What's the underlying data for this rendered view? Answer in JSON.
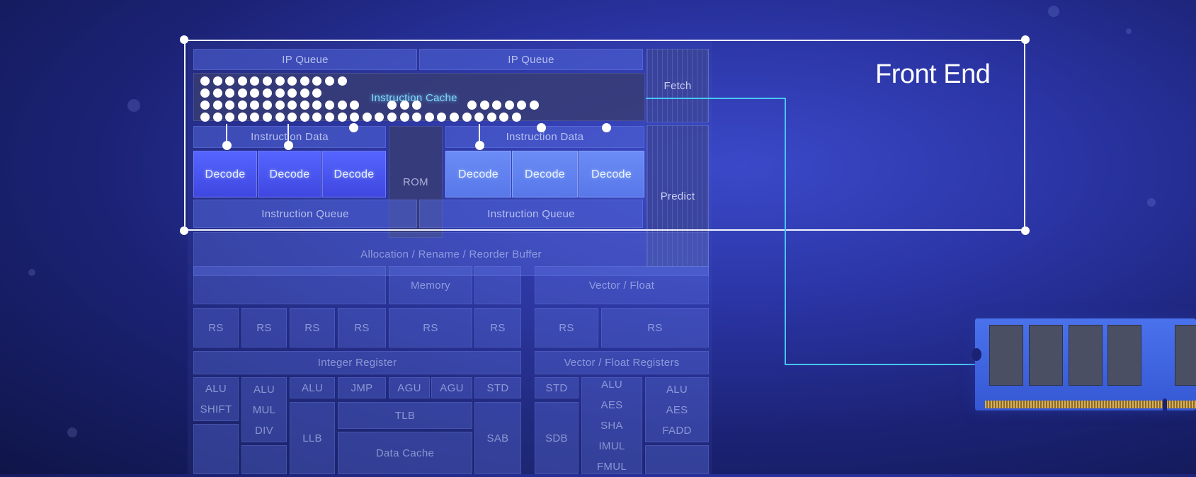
{
  "front_end_title": "Front End",
  "core": {
    "ip_queue_left": "IP Queue",
    "ip_queue_right": "IP Queue",
    "instruction_cache": "Instruction Cache",
    "fetch": "Fetch",
    "predict": "Predict",
    "instruction_data_left": "Instruction Data",
    "instruction_data_right": "Instruction Data",
    "rom": "ROM",
    "decode": "Decode",
    "instruction_queue_left": "Instruction Queue",
    "instruction_queue_right": "Instruction Queue",
    "allocation": "Allocation / Rename / Reorder Buffer",
    "memory": "Memory",
    "vector_float": "Vector / Float",
    "rs": "RS",
    "integer_register": "Integer Register",
    "vector_float_registers": "Vector / Float Registers",
    "alu": "ALU",
    "shift": "SHIFT",
    "mul": "MUL",
    "div": "DIV",
    "jmp": "JMP",
    "agu": "AGU",
    "std": "STD",
    "tlb": "TLB",
    "llb": "LLB",
    "data_cache": "Data Cache",
    "sab": "SAB",
    "sdb": "SDB",
    "aes": "AES",
    "sha": "SHA",
    "imul": "IMUL",
    "fmul": "FMUL",
    "fadd": "FADD"
  },
  "colors": {
    "frame": "#f2f4ff",
    "connector": "#48c6ff",
    "cache_label": "#7fdcff",
    "ram_board": "#3b63e0"
  }
}
